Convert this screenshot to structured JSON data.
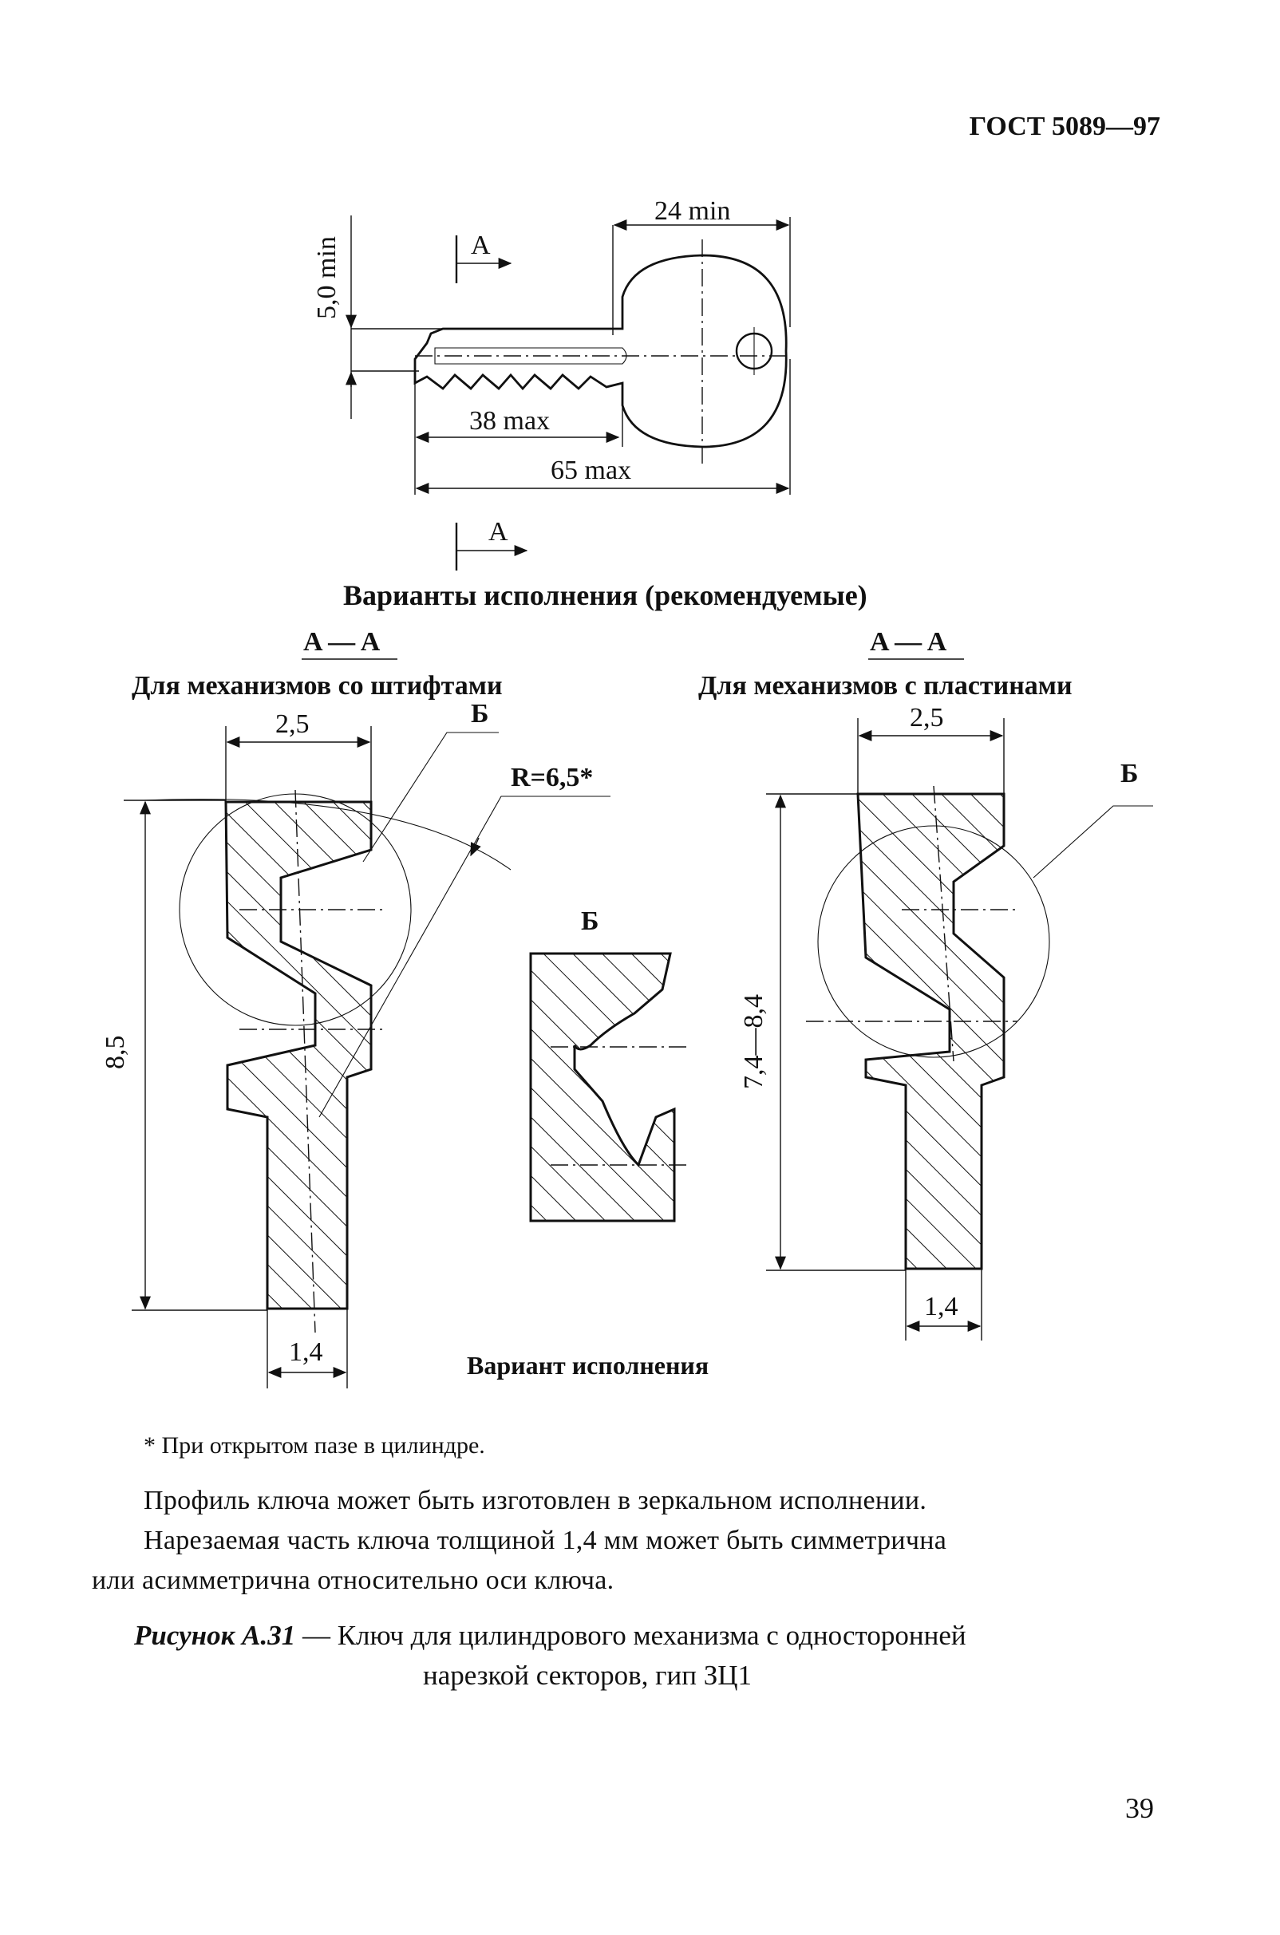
{
  "header": {
    "standard": "ГОСТ 5089—97"
  },
  "key_view": {
    "dim_head_width": "24 min",
    "dim_shoulder": "5,0 min",
    "dim_cut_length": "38 max",
    "dim_total_length": "65 max",
    "section_mark": "A"
  },
  "variants_title": "Варианты исполнения (рекомендуемые)",
  "left_profile": {
    "section": "A — A",
    "caption": "Для механизмов со штифтами",
    "dim_top": "2,5",
    "detail_mark": "Б",
    "radius": "R=6,5*",
    "dim_height": "8,5",
    "dim_bottom": "1,4"
  },
  "detail": {
    "mark": "Б",
    "caption": "Вариант исполнения"
  },
  "right_profile": {
    "section": "A — A",
    "caption": "Для механизмов с пластинами",
    "dim_top": "2,5",
    "detail_mark": "Б",
    "dim_height": "7,4—8,4",
    "dim_bottom": "1,4"
  },
  "footnote": "* При открытом пазе в цилиндре.",
  "body": [
    "Профиль ключа может быть изготовлен в зеркальном исполнении.",
    "Нарезаемая часть ключа толщиной 1,4 мм может быть симметрична",
    "или асимметрична относительно оси ключа."
  ],
  "figure_caption": {
    "label": "Рисунок А.31",
    "text": " — Ключ для цилиндрового механизма с односторонней",
    "text2": "нарезкой секторов, гип ЗЦ1"
  },
  "page_number": "39"
}
